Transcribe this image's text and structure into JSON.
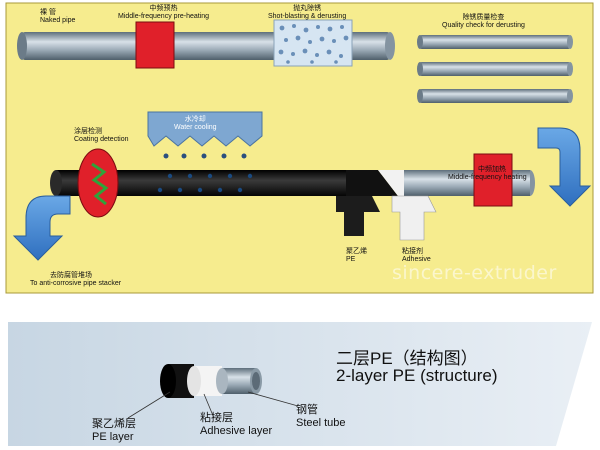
{
  "process": {
    "naked_pipe": {
      "zh": "裸 管",
      "en": "Naked pipe"
    },
    "mf_preheat": {
      "zh": "中频预热",
      "en": "Middle-frequency pre-heating"
    },
    "shot_blast": {
      "zh": "抛丸除锈",
      "en": "Shot-blasting & derusting"
    },
    "quality": {
      "zh": "除锈质量检查",
      "en": "Quality check for derusting"
    },
    "water_cool": {
      "zh": "水冷却",
      "en": "Water cooling"
    },
    "coating_det": {
      "zh": "涂层检测",
      "en": "Coating detection"
    },
    "mf_heating": {
      "zh": "中频加热",
      "en": "Middle-frequency heating"
    },
    "pe": {
      "zh": "聚乙烯",
      "en": "PE"
    },
    "adhesive": {
      "zh": "粘接剂",
      "en": "Adhesive"
    },
    "stacker": {
      "zh": "去防腐管堆场",
      "en": "To anti-corrosive pipe stacker"
    }
  },
  "watermark": "sincere-extruder",
  "structure": {
    "title_zh": "二层PE（结构图）",
    "title_en": "2-layer PE (structure)",
    "pe_layer": {
      "zh": "聚乙烯层",
      "en": "PE layer"
    },
    "adhesive_layer": {
      "zh": "粘接层",
      "en": "Adhesive layer"
    },
    "steel_tube": {
      "zh": "钢管",
      "en": "Steel tube"
    }
  },
  "colors": {
    "panel": "#f6ec8e",
    "red": "#e0202a",
    "blue_arrow": "#4a8ed6",
    "pipe_dark": "#1c1c1c",
    "pipe_steel": "#8a9aa6",
    "structure_bg": "#d7e2ec"
  }
}
